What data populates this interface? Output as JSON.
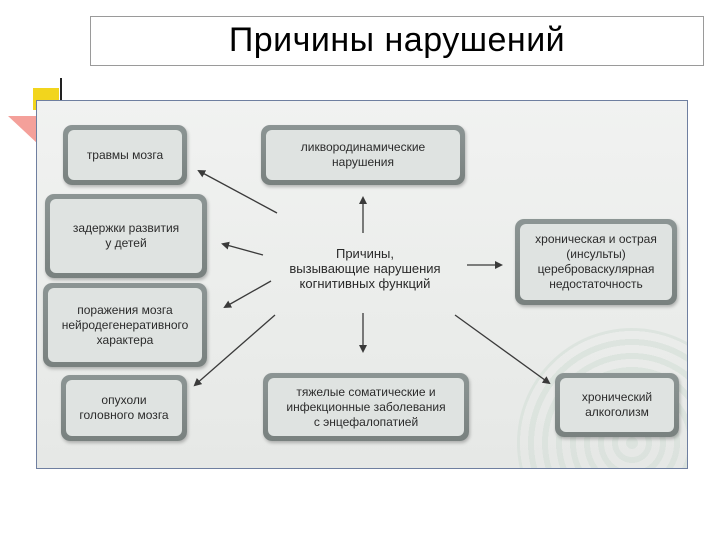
{
  "slide": {
    "title": "Причины нарушений"
  },
  "diagram": {
    "center": "Причины,\nвызывающие нарушения\nкогнитивных функций",
    "nodes": {
      "trauma": "травмы мозга",
      "liquor": "ликвородинамические\nнарушения",
      "delay": "задержки развития\nу детей",
      "cerebro": "хроническая и острая\n(инсульты)\nцереброваскулярная\nнедостаточность",
      "neuro": "поражения мозга\nнейродегенеративного\nхарактера",
      "tumor": "опухоли\nголовного мозга",
      "somatic": "тяжелые соматические и\nинфекционные заболевания\nс энцефалопатией",
      "alcohol": "хронический\nалкоголизм"
    }
  }
}
